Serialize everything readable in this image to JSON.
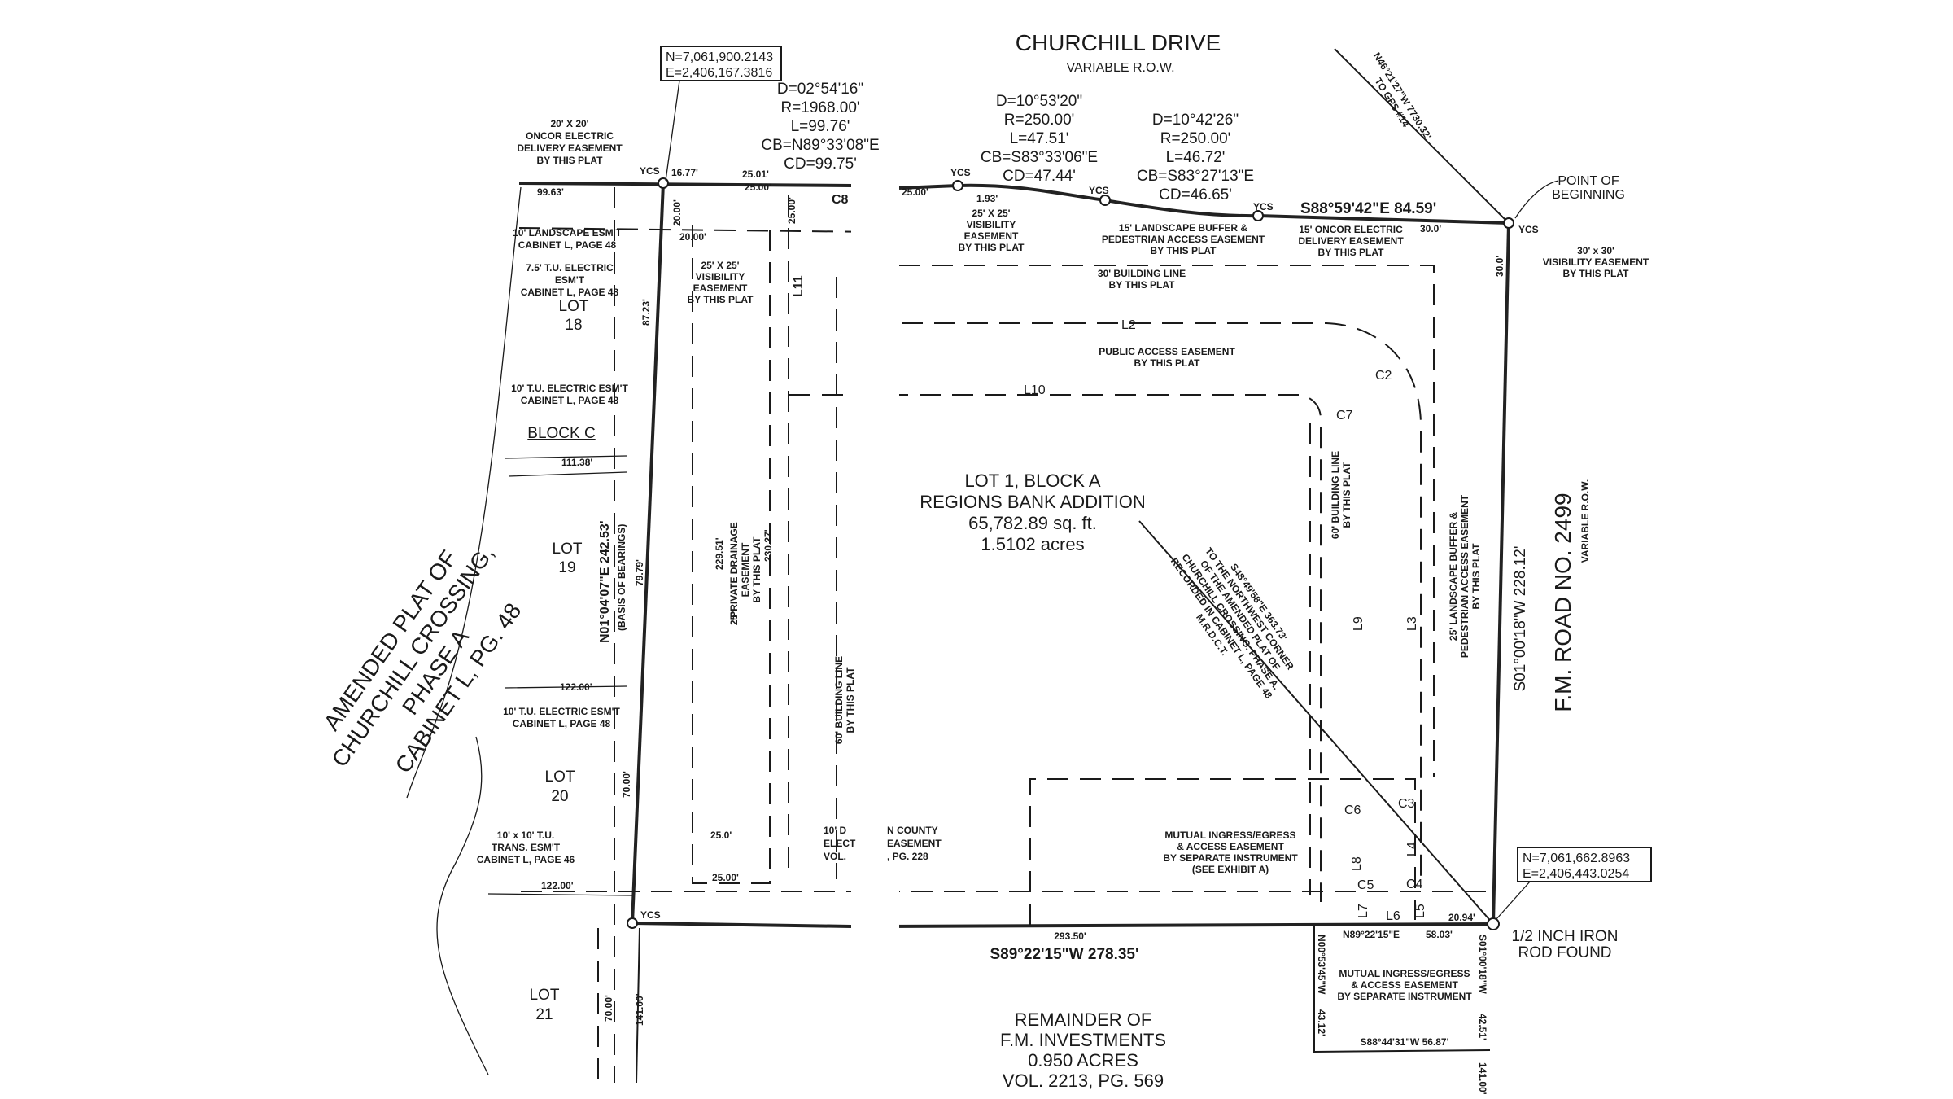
{
  "street": {
    "name": "CHURCHILL DRIVE",
    "row": "VARIABLE R.O.W."
  },
  "road": {
    "name": "F.M. ROAD NO. 2499",
    "row": "VARIABLE R.O.W.",
    "bearing": "S01°00'18\"W 228.12'"
  },
  "coords": {
    "nw": {
      "n": "N=7,061,900.2143",
      "e": "E=2,406,167.3816"
    },
    "se": {
      "n": "N=7,061,662.8963",
      "e": "E=2,406,443.0254"
    }
  },
  "curves": {
    "c8": [
      "D=02°54'16\"",
      "R=1968.00'",
      "L=99.76'",
      "CB=N89°33'08\"E",
      "CD=99.75'"
    ],
    "c_mid": [
      "D=10°53'20\"",
      "R=250.00'",
      "L=47.51'",
      "CB=S83°33'06\"E",
      "CD=47.44'"
    ],
    "c_east": [
      "D=10°42'26\"",
      "R=250.00'",
      "L=46.72'",
      "CB=S83°27'13\"E",
      "CD=46.65'"
    ]
  },
  "gps_tie": {
    "bearing": "N46°21'27\"W 7730.32'",
    "to": "TO GPS #14"
  },
  "pob": [
    "POINT OF",
    "BEGINNING"
  ],
  "ycs": "YCS",
  "top_dims": {
    "d1": "16.77'",
    "d2": "25.01'",
    "d3": "25.00'",
    "c8": "C8",
    "d4": "99.63'",
    "d5": "20.00'",
    "d6": "20.00'",
    "d7": "25.00'",
    "d8": "25.00'",
    "d9": "1.93'",
    "bearing": "S88°59'42\"E 84.59'",
    "d10": "30.0'",
    "d11": "30.0'"
  },
  "easements": {
    "oncor_20": [
      "20' X 20'",
      "ONCOR ELECTRIC",
      "DELIVERY EASEMENT",
      "BY THIS PLAT"
    ],
    "landscape_10": [
      "10' LANDSCAPE ESM'T",
      "CABINET L, PAGE 48"
    ],
    "tu_75": [
      "7.5' T.U. ELECTRIC",
      "ESM'T",
      "CABINET L, PAGE 48"
    ],
    "vis_25_west": [
      "25' X 25'",
      "VISIBILITY",
      "EASEMENT",
      "BY THIS PLAT"
    ],
    "tu_10_a": [
      "10' T.U. ELECTRIC ESM'T",
      "CABINET L, PAGE 48"
    ],
    "tu_10_b": [
      "10' T.U. ELECTRIC ESM'T",
      "CABINET L, PAGE 48"
    ],
    "trans_10": [
      "10' x 10' T.U.",
      "TRANS. ESM'T",
      "CABINET L, PAGE 46"
    ],
    "drainage": [
      "25'",
      "PRIVATE DRAINAGE",
      "EASEMENT",
      "BY THIS PLAT"
    ],
    "bl_60_west": [
      "60' BUILDING LINE",
      "BY THIS PLAT"
    ],
    "vis_25_east": [
      "25' X 25'",
      "VISIBILITY",
      "EASEMENT",
      "BY THIS PLAT"
    ],
    "landscape_15": [
      "15' LANDSCAPE BUFFER &",
      "PEDESTRIAN ACCESS EASEMENT",
      "BY THIS PLAT"
    ],
    "oncor_15": [
      "15' ONCOR ELECTRIC",
      "DELIVERY EASEMENT",
      "BY THIS PLAT"
    ],
    "vis_30": [
      "30' x 30'",
      "VISIBILITY EASEMENT",
      "BY THIS PLAT"
    ],
    "bl_30": [
      "30' BUILDING LINE",
      "BY THIS PLAT"
    ],
    "public_access": [
      "PUBLIC ACCESS EASEMENT",
      "BY THIS PLAT"
    ],
    "bl_60_east": [
      "60' BUILDING LINE",
      "BY THIS PLAT"
    ],
    "landscape_25": [
      "25' LANDSCAPE BUFFER &",
      "PEDESTRIAN ACCESS EASEMENT",
      "BY THIS PLAT"
    ],
    "mutual_a": [
      "MUTUAL INGRESS/EGRESS",
      "& ACCESS EASEMENT",
      "BY SEPARATE INSTRUMENT",
      "(SEE EXHIBIT A)"
    ],
    "mutual_b": [
      "MUTUAL INGRESS/EGRESS",
      "& ACCESS EASEMENT",
      "BY SEPARATE INSTRUMENT"
    ],
    "fragment_left": [
      "10' D",
      "ELECT",
      "VOL."
    ],
    "fragment_right": [
      "N COUNTY",
      "EASEMENT",
      ", PG. 228"
    ]
  },
  "lots": {
    "lot18": [
      "LOT",
      "18"
    ],
    "lot19": [
      "LOT",
      "19"
    ],
    "lot20": [
      "LOT",
      "20"
    ],
    "lot21": [
      "LOT",
      "21"
    ],
    "block": "BLOCK C"
  },
  "west_dims": {
    "d87": "87.23'",
    "d111": "111.38'",
    "bearing": "N01°04'07\"E 242.53'",
    "basis": "(BASIS OF BEARINGS)",
    "d79": "79.79'",
    "d122a": "122.00'",
    "d70a": "70.00'",
    "d122b": "122.00'",
    "d70b": "70.00'",
    "d141": "141.00'",
    "l11": "L11",
    "d229": "229.51'",
    "d230": "230.27'",
    "d25a": "25.0'",
    "d25b": "25.00'"
  },
  "amended_plat": [
    "AMENDED PLAT OF",
    "CHURCHILL CROSSING,",
    "PHASE A",
    "CABINET L, PG. 48"
  ],
  "main_lot": [
    "LOT 1, BLOCK A",
    "REGIONS BANK ADDITION",
    "65,782.89 sq. ft.",
    "1.5102 acres"
  ],
  "line_labels": {
    "l2": "L2",
    "l10": "L10",
    "c2": "C2",
    "c7": "C7",
    "l9": "L9",
    "l3": "L3",
    "c3": "C3",
    "c6": "C6",
    "l4": "L4",
    "l8": "L8",
    "c5": "C5",
    "c4": "C4",
    "l7": "L7",
    "l6": "L6",
    "l5": "L5",
    "d2094": "20.94'"
  },
  "tie_line": [
    "S48°49'58\"E 363.73'",
    "TO THE NORTHWEST CORNER",
    "OF THE AMENDED PLAT OF",
    "CHURCHILL CROSSING, PHASE A,",
    "RECORDED IN CABINET L, PAGE 48",
    "M.R.D.C.T."
  ],
  "south_dims": {
    "d293": "293.50'",
    "bearing": "S89°22'15\"W 278.35'",
    "n89": "N89°22'15\"E",
    "d58": "58.03'",
    "n00": "N00°53'45\"W",
    "d43": "43.12'",
    "s01": "S01°00'18\"W",
    "d42": "42.51'",
    "d141": "141.00'",
    "s88": "S88°44'31\"W  56.87'"
  },
  "iron_rod": [
    "1/2 INCH IRON",
    "ROD FOUND"
  ],
  "remainder": [
    "REMAINDER OF",
    "F.M. INVESTMENTS",
    "0.950 ACRES",
    "VOL. 2213, PG. 569"
  ]
}
